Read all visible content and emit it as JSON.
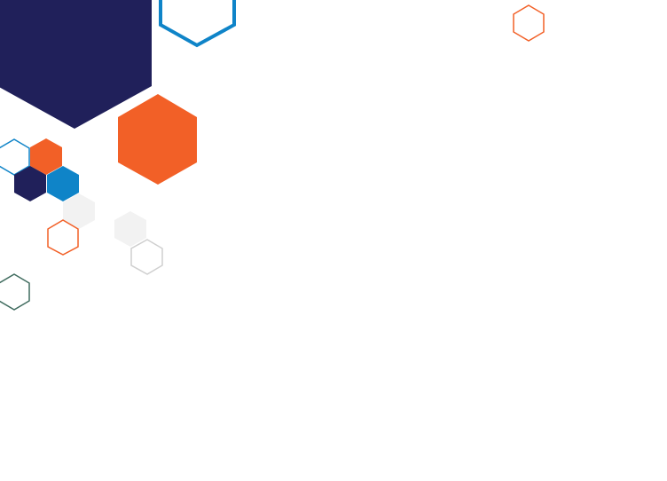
{
  "colors": {
    "navy": "#20205a",
    "blue": "#0f84c8",
    "orange": "#f26027",
    "light_gray": "#f2f2f2",
    "gray_outline": "#cfcfcf",
    "teal_outline": "#3f6b5e"
  },
  "shapes": [
    {
      "name": "hexagon-large-navy",
      "style": "fill",
      "color": "navy"
    },
    {
      "name": "hexagon-blue-outline-top",
      "style": "outline",
      "color": "blue"
    },
    {
      "name": "hexagon-large-orange",
      "style": "fill",
      "color": "orange"
    },
    {
      "name": "hexagon-small-orange-outline-top-right",
      "style": "outline",
      "color": "orange"
    },
    {
      "name": "hexagon-small-blue-outline",
      "style": "outline",
      "color": "blue"
    },
    {
      "name": "hexagon-small-orange",
      "style": "fill",
      "color": "orange"
    },
    {
      "name": "hexagon-small-navy",
      "style": "fill",
      "color": "navy"
    },
    {
      "name": "hexagon-small-blue",
      "style": "fill",
      "color": "blue"
    },
    {
      "name": "hexagon-light-gray-1",
      "style": "fill",
      "color": "light_gray"
    },
    {
      "name": "hexagon-light-gray-2",
      "style": "fill",
      "color": "light_gray"
    },
    {
      "name": "hexagon-small-orange-outline",
      "style": "outline",
      "color": "orange"
    },
    {
      "name": "hexagon-gray-outline",
      "style": "outline",
      "color": "gray_outline"
    },
    {
      "name": "hexagon-teal-outline",
      "style": "outline",
      "color": "teal_outline"
    }
  ]
}
